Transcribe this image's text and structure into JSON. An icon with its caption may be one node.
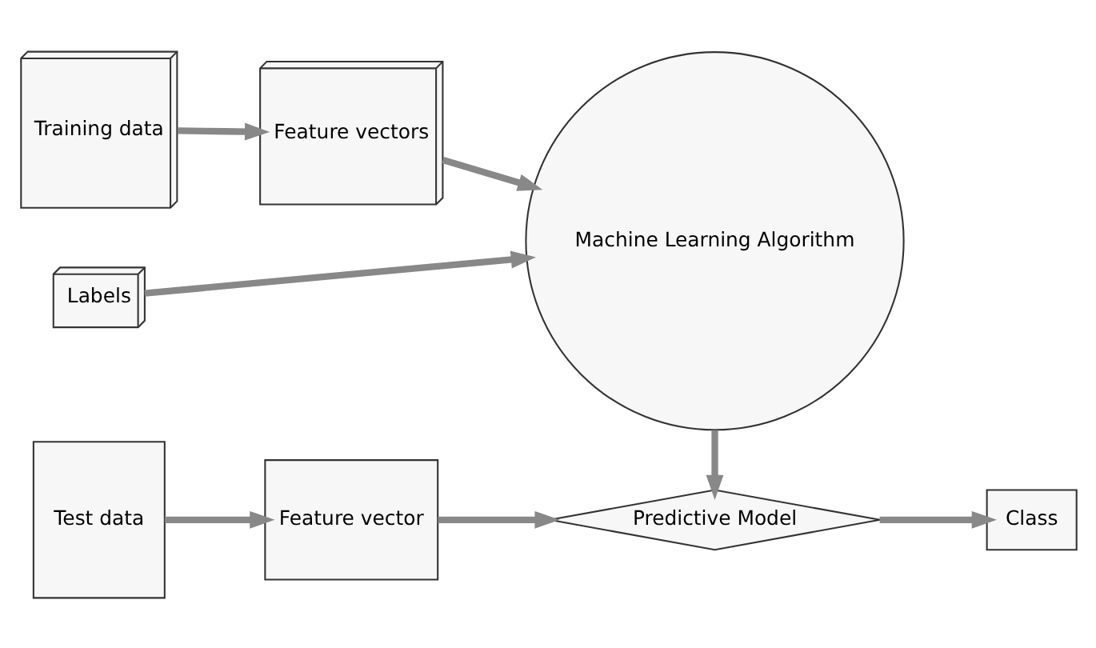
{
  "diagram": {
    "nodes": [
      {
        "text": [
          "Training data"
        ]
      },
      {
        "text": [
          "Feature vectors"
        ]
      },
      {
        "text": [
          "Machine Learning Algorithm"
        ]
      },
      {
        "text": [
          "Labels"
        ]
      },
      {
        "text": [
          "Test data"
        ]
      },
      {
        "text": [
          "Feature vector"
        ]
      },
      {
        "text": [
          "Predictive Model"
        ]
      },
      {
        "text": [
          "Class"
        ]
      }
    ],
    "edges": [
      {
        "from": 0,
        "to": 1,
        "arrow": "to"
      },
      {
        "from": 1,
        "to": 2,
        "arrow": "to"
      },
      {
        "from": 3,
        "to": 2,
        "arrow": "to"
      },
      {
        "from": 2,
        "to": 6,
        "arrow": "to"
      },
      {
        "from": 4,
        "to": 5,
        "arrow": "to"
      },
      {
        "from": 5,
        "to": 6,
        "arrow": "to"
      },
      {
        "from": 6,
        "to": 7,
        "arrow": "to"
      }
    ]
  }
}
